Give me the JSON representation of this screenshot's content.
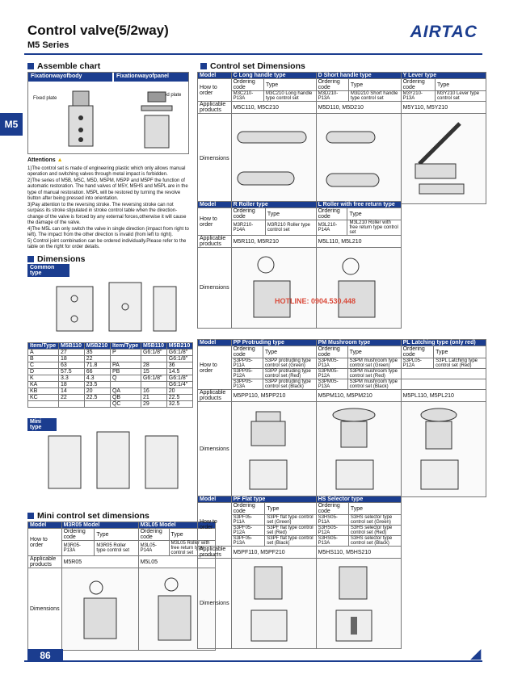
{
  "header": {
    "title": "Control valve(5/2way)",
    "series": "M5 Series",
    "brand": "AIRTAC"
  },
  "side_tab": "M5",
  "assemble": {
    "heading": "Assemble chart",
    "body_label": "Fixationwayofbody",
    "panel_label": "Fixationwayofpanel",
    "fixed_plate_1": "Fixed plate",
    "fixed_plate_2": "Fixed plate"
  },
  "attention": {
    "heading": "Attentions",
    "items": [
      "1)The control set is made of engineering plastic which only allows manual operation and switching valves through metal impact is forbidden.",
      "2)The series of M5B, M5C, M5D, M5PM, M5PP and M5PF the function of automatic restoration. The hand valves of M5Y, M5HS and M5PL are in the type of manual restoration. M5PL will be restored by turning the revolve button after being pressed into orientation.",
      "3)Pay attention to the reversing stroke. The reversing stroke can not surpass its stroke stipulated in stroke control table when the direction-change of the valve is forced by any external forces,otherwise it will cause the damage of the valve.",
      "4)The M5L can only switch the valve in single direction (impact from right to left). The impact from the other direction is invalid (from left to right).",
      "5) Control joint combination can be ordered individually.Please refer to the table on the right for order details."
    ]
  },
  "dimensions": {
    "heading": "Dimensions",
    "common_label": "Common type",
    "mini_label": "Mini type",
    "table_headers": [
      "Item/Type",
      "M5B110",
      "M5B210",
      "Item/Type",
      "M5B110",
      "M5B210"
    ],
    "rows": [
      [
        "A",
        "27",
        "35",
        "P",
        "G6:1/8\"",
        "G6:1/8\""
      ],
      [
        "B",
        "18",
        "22",
        "",
        "",
        "G6:1/8\""
      ],
      [
        "C",
        "63",
        "71.8",
        "PA",
        "28",
        "36"
      ],
      [
        "D",
        "57.5",
        "66",
        "PB",
        "15",
        "14.5"
      ],
      [
        "K",
        "3.3",
        "4.3",
        "Q",
        "G6:1/8\"",
        "G6:1/8\""
      ],
      [
        "KA",
        "18",
        "23.5",
        "",
        "",
        "G6:1/4\""
      ],
      [
        "KB",
        "14",
        "20",
        "QA",
        "16",
        "20"
      ],
      [
        "KC",
        "22",
        "22.5",
        "QB",
        "21",
        "22.5"
      ],
      [
        "",
        "",
        "",
        "QC",
        "29",
        "32.5"
      ]
    ]
  },
  "mini_control": {
    "heading": "Mini control set dimensions",
    "headers": [
      "Model",
      "M3R05 Model",
      "M3L05 Model"
    ],
    "how_to_order": "How to order",
    "ordering_code": "Ordering code",
    "type_label": "Type",
    "r_code": "M3R05-P13A",
    "r_type": "M3R05 Roller type control set",
    "l_code": "M3L05-P14A",
    "l_type": "M3L05 Roller with free return type control set",
    "applicable": "Applicable products",
    "r_prod": "M5R05",
    "l_prod": "M5L05",
    "dims_label": "Dimensions"
  },
  "control_set": {
    "heading": "Control set Dimensions",
    "table1": {
      "model": "Model",
      "cols": [
        "C Long handle type",
        "D Short handle type",
        "Y Lever type"
      ],
      "how": "How to order",
      "codes": [
        "M3C210-P13A",
        "M3D210-P13A",
        "M3Y210-P13A"
      ],
      "types": [
        "M3C210 Long handle type control set",
        "M3D210 Short handle type control set",
        "M3Y210 Lever type control set"
      ],
      "applicable": "Applicable products",
      "products": [
        "M5C110, M5C210",
        "M5D110, M5D210",
        "M5Y110, M5Y210"
      ]
    },
    "table2": {
      "cols": [
        "R Roller type",
        "L Roller with free return type"
      ],
      "codes": [
        "M3R210-P14A",
        "M3L210-P14A"
      ],
      "types": [
        "M3R210 Roller type control set",
        "M3L210 Roller with free return type control set"
      ],
      "products": [
        "M5R110, M5R210",
        "M5L110, M5L210"
      ]
    },
    "table3": {
      "cols": [
        "PP Protruding type",
        "PM Mushroom type",
        "PL Latching type (only red)"
      ],
      "pp": [
        [
          "S3PP05-P11A",
          "S3PP protruding type control set (Green)"
        ],
        [
          "S3PP05-P12A",
          "S3PP protruding type control set (Red)"
        ],
        [
          "S3PP05-P13A",
          "S3PP protruding type control set (Black)"
        ]
      ],
      "pm": [
        [
          "S3PM05-P11A",
          "S3PM mushroom type control set (Green)"
        ],
        [
          "S3PM05-P12A",
          "S3PM mushroom type control set (Red)"
        ],
        [
          "S3PM05-P13A",
          "S3PM mushroom type control set (Black)"
        ]
      ],
      "pl": [
        [
          "S3PL05-P12A",
          "S3PL Latching type control set (Red)"
        ]
      ],
      "products": [
        "M5PP110, M5PP210",
        "M5PM110, M5PM210",
        "M5PL110, M5PL210"
      ]
    },
    "table4": {
      "cols": [
        "PF Flat type",
        "HS Selector type"
      ],
      "pf": [
        [
          "S3PF05-P11A",
          "S3PF flat type control set (Green)"
        ],
        [
          "S3PF05-P12A",
          "S3PF flat type control set (Red)"
        ],
        [
          "S3PF05-P13A",
          "S3PF flat type control set (Black)"
        ]
      ],
      "hs": [
        [
          "S3HS05-P11A",
          "S3HS selector type control set (Green)"
        ],
        [
          "S3HS05-P12A",
          "S3HS selector type control set (Red)"
        ],
        [
          "S3HS05-P13A",
          "S3HS selector type control set (Black)"
        ]
      ],
      "products": [
        "M5PF110, M5PF210",
        "M5HS110, M5HS210"
      ]
    }
  },
  "watermark": "HOTLINE: 0904.530.448",
  "page_number": "86"
}
